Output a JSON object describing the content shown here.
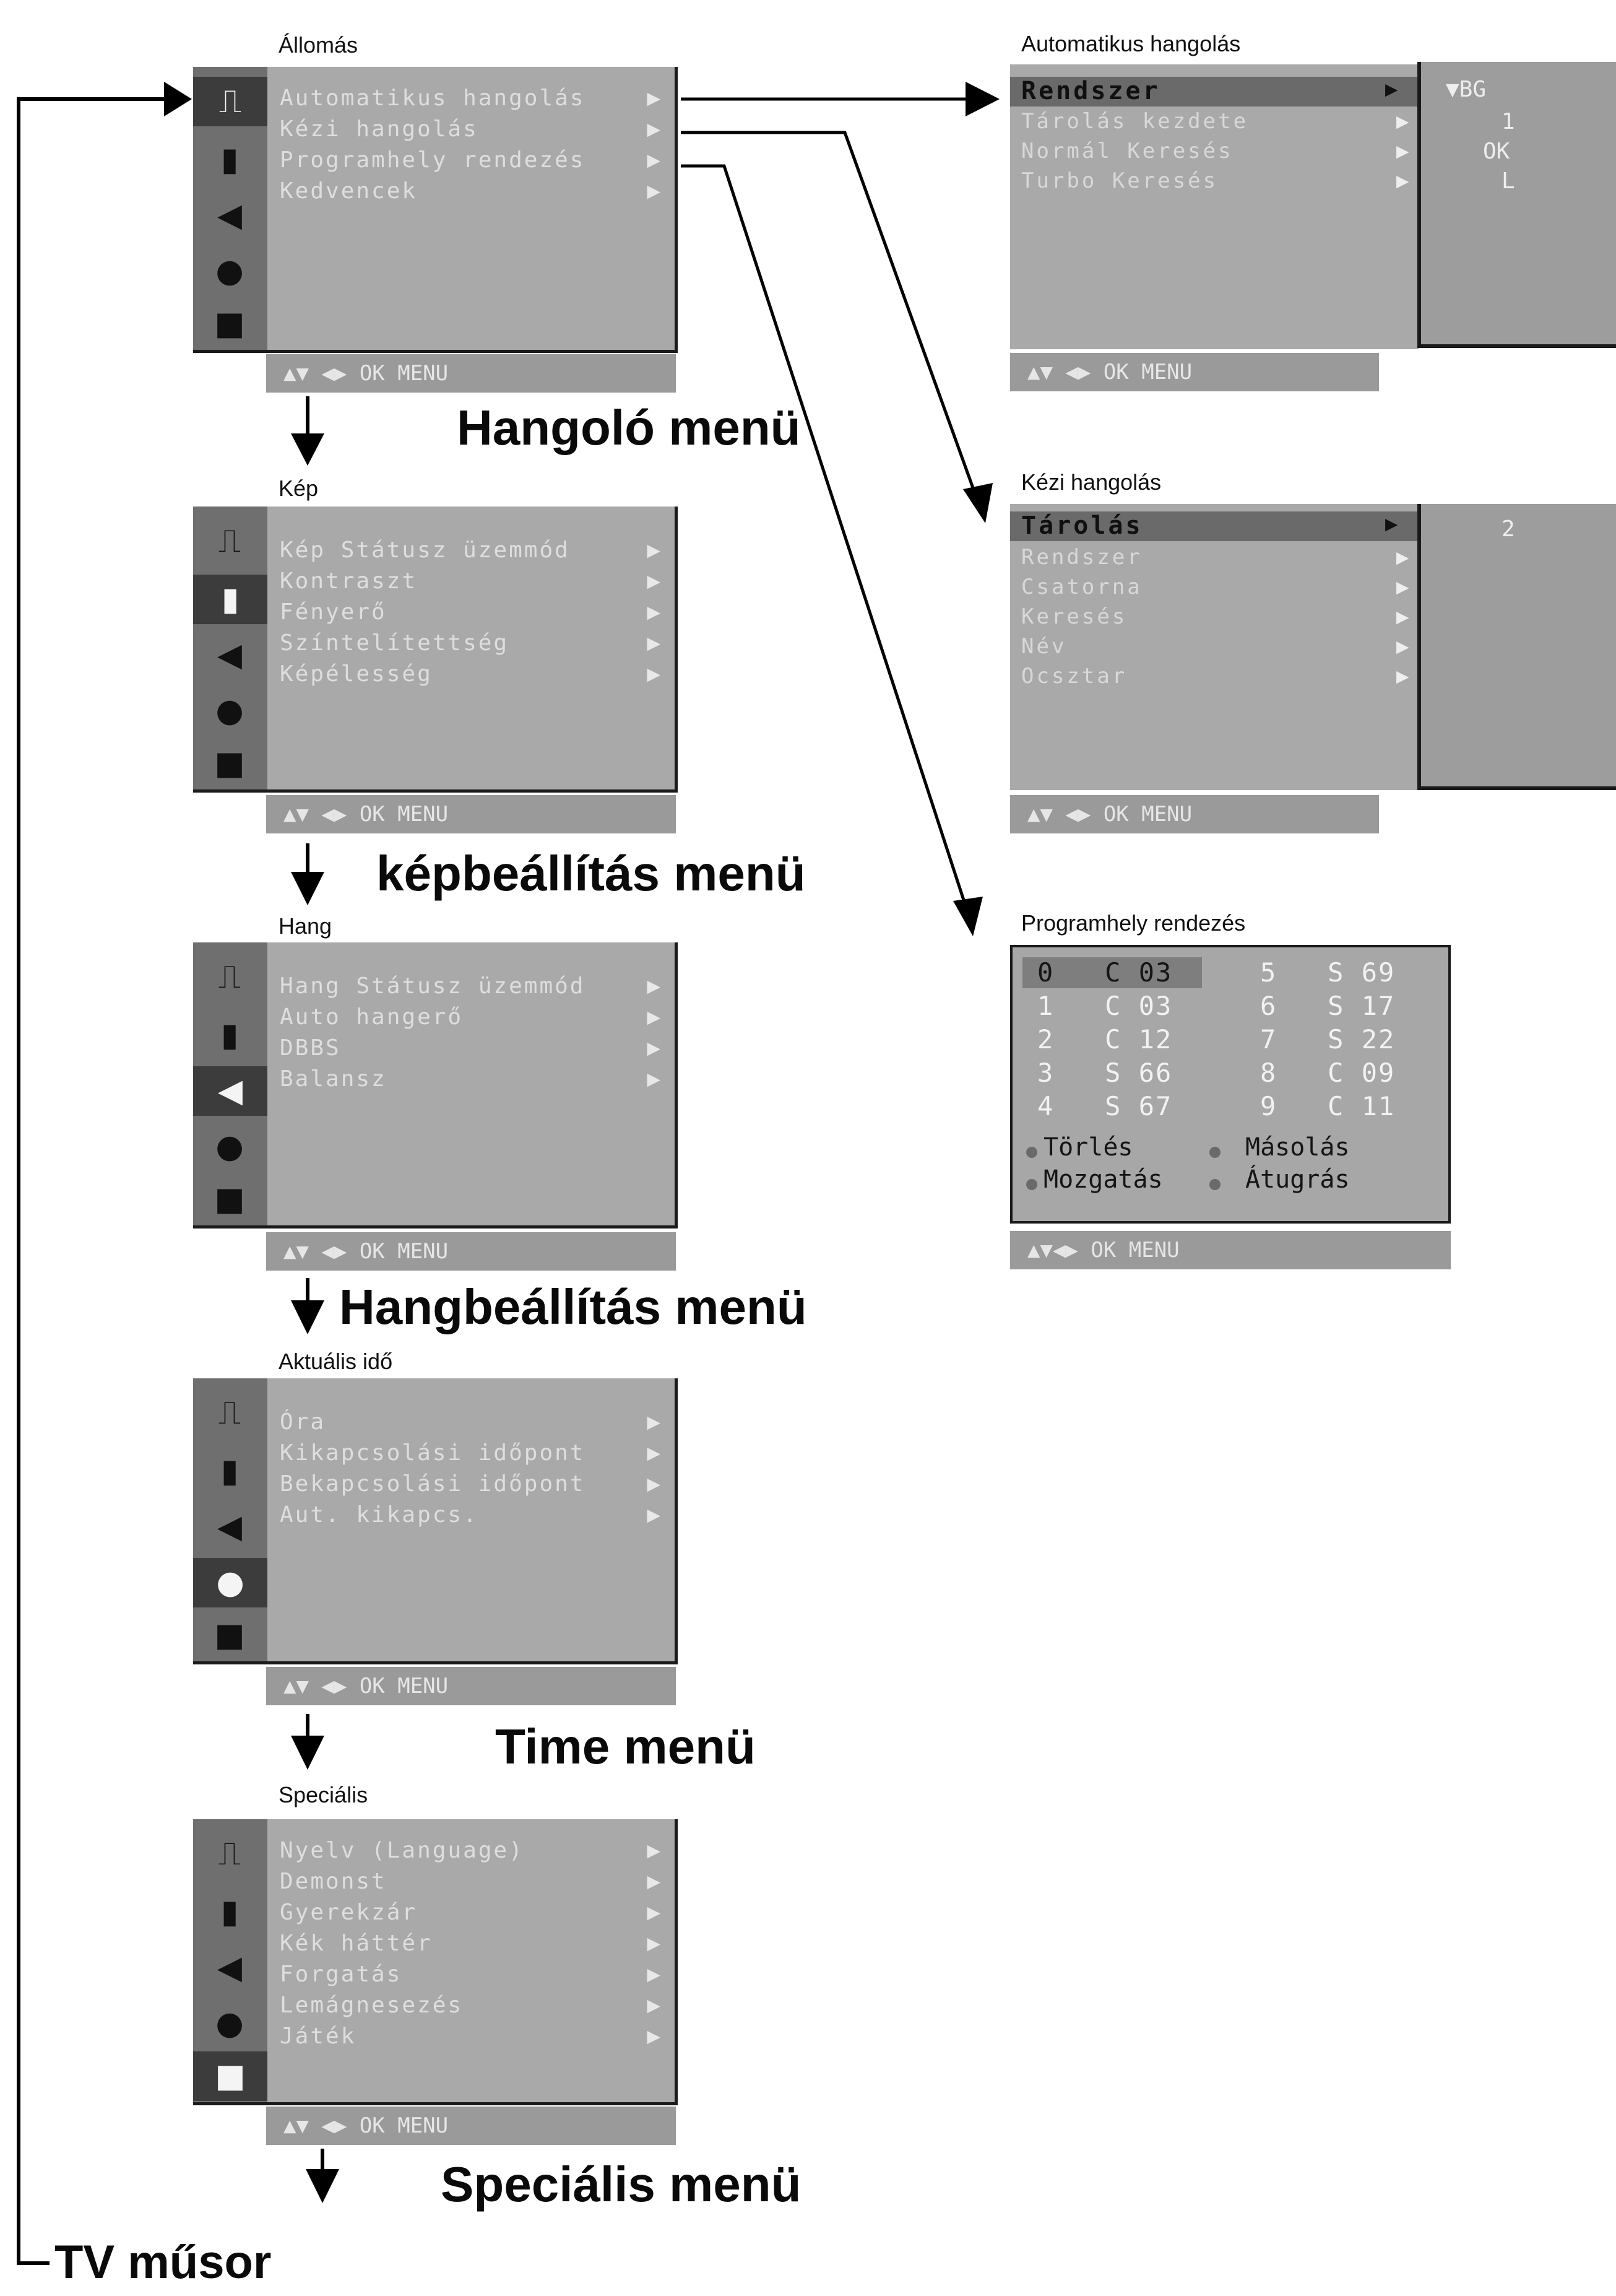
{
  "menus": {
    "tuning": {
      "title": "Állomás",
      "name": "Hangoló menü",
      "items": [
        "Automatikus hangolás",
        "Kézi hangolás",
        "Programhely rendezés",
        "Kedvencek"
      ],
      "footer": "▲▼ ◀▶ OK MENU"
    },
    "picture": {
      "title": "Kép",
      "name": "képbeállítás menü",
      "items": [
        "Kép Státusz üzemmód",
        "Kontraszt",
        "Fényerő",
        "Színtelítettség",
        "Képélesség"
      ],
      "footer": "▲▼ ◀▶ OK MENU"
    },
    "sound": {
      "title": "Hang",
      "name": "Hangbeállítás menü",
      "items": [
        "Hang Státusz üzemmód",
        "Auto hangerő",
        "DBBS",
        "Balansz"
      ],
      "footer": "▲▼ ◀▶ OK MENU"
    },
    "time": {
      "title": "Aktuális idő",
      "name": "Time menü",
      "items": [
        "Óra",
        "Kikapcsolási időpont",
        "Bekapcsolási időpont",
        "Aut. kikapcs."
      ],
      "footer": "▲▼ ◀▶ OK MENU"
    },
    "special": {
      "title": "Speciális",
      "name": "Speciális menü",
      "items": [
        "Nyelv (Language)",
        "Demonst",
        "Gyerekzár",
        "Kék háttér",
        "Forgatás",
        "Lemágnesezés",
        "Játék"
      ],
      "footer": "▲▼ ◀▶ OK MENU"
    }
  },
  "sidebar_icons": [
    "antenna-icon",
    "picture-icon",
    "speaker-icon",
    "clock-icon",
    "toolbox-icon"
  ],
  "auto_tuning": {
    "title": "Automatikus hangolás",
    "items": [
      "Rendszer",
      "Tárolás kezdete",
      "Normál Keresés",
      "Turbo Keresés"
    ],
    "values": [
      "▼BG",
      "1",
      "OK",
      "L"
    ],
    "footer": "▲▼ ◀▶ OK MENU"
  },
  "manual_tuning": {
    "title": "Kézi hangolás",
    "items": [
      "Tárolás",
      "Rendszer",
      "Csatorna",
      "Keresés",
      "Név",
      "Ocsztar"
    ],
    "values": [
      "2"
    ],
    "footer": "▲▼ ◀▶ OK MENU"
  },
  "program_sort": {
    "title": "Programhely rendezés",
    "rows_left": [
      [
        "0",
        "C",
        "03"
      ],
      [
        "1",
        "C",
        "03"
      ],
      [
        "2",
        "C",
        "12"
      ],
      [
        "3",
        "S",
        "66"
      ],
      [
        "4",
        "S",
        "67"
      ]
    ],
    "rows_right": [
      [
        "5",
        "S",
        "69"
      ],
      [
        "6",
        "S",
        "17"
      ],
      [
        "7",
        "S",
        "22"
      ],
      [
        "8",
        "C",
        "09"
      ],
      [
        "9",
        "C",
        "11"
      ]
    ],
    "legend": [
      "Törlés",
      "Másolás",
      "Mozgatás",
      "Átugrás"
    ],
    "footer": "▲▼◀▶ OK MENU"
  },
  "tv_label": "TV műsor"
}
